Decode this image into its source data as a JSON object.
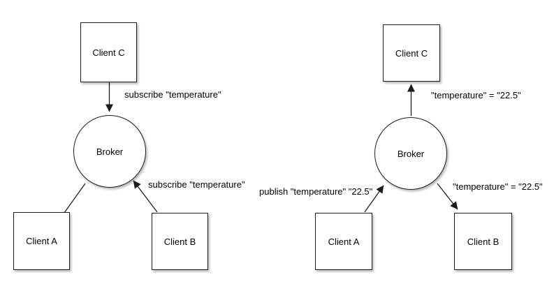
{
  "left": {
    "client_c": "Client C",
    "client_a": "Client A",
    "client_b": "Client B",
    "broker": "Broker",
    "label_c_to_broker": "subscribe \"temperature\"",
    "label_b_to_broker": "subscribe \"temperature\""
  },
  "right": {
    "client_c": "Client C",
    "client_a": "Client A",
    "client_b": "Client B",
    "broker": "Broker",
    "label_broker_to_c": "\"temperature\" = \"22.5\"",
    "label_a_to_broker": "publish \"temperature\" \"22.5\"",
    "label_broker_to_b": "\"temperature\" = \"22.5\""
  },
  "colors": {
    "background": "#ffffff",
    "stroke": "#1c1c1c",
    "text": "#000000"
  }
}
